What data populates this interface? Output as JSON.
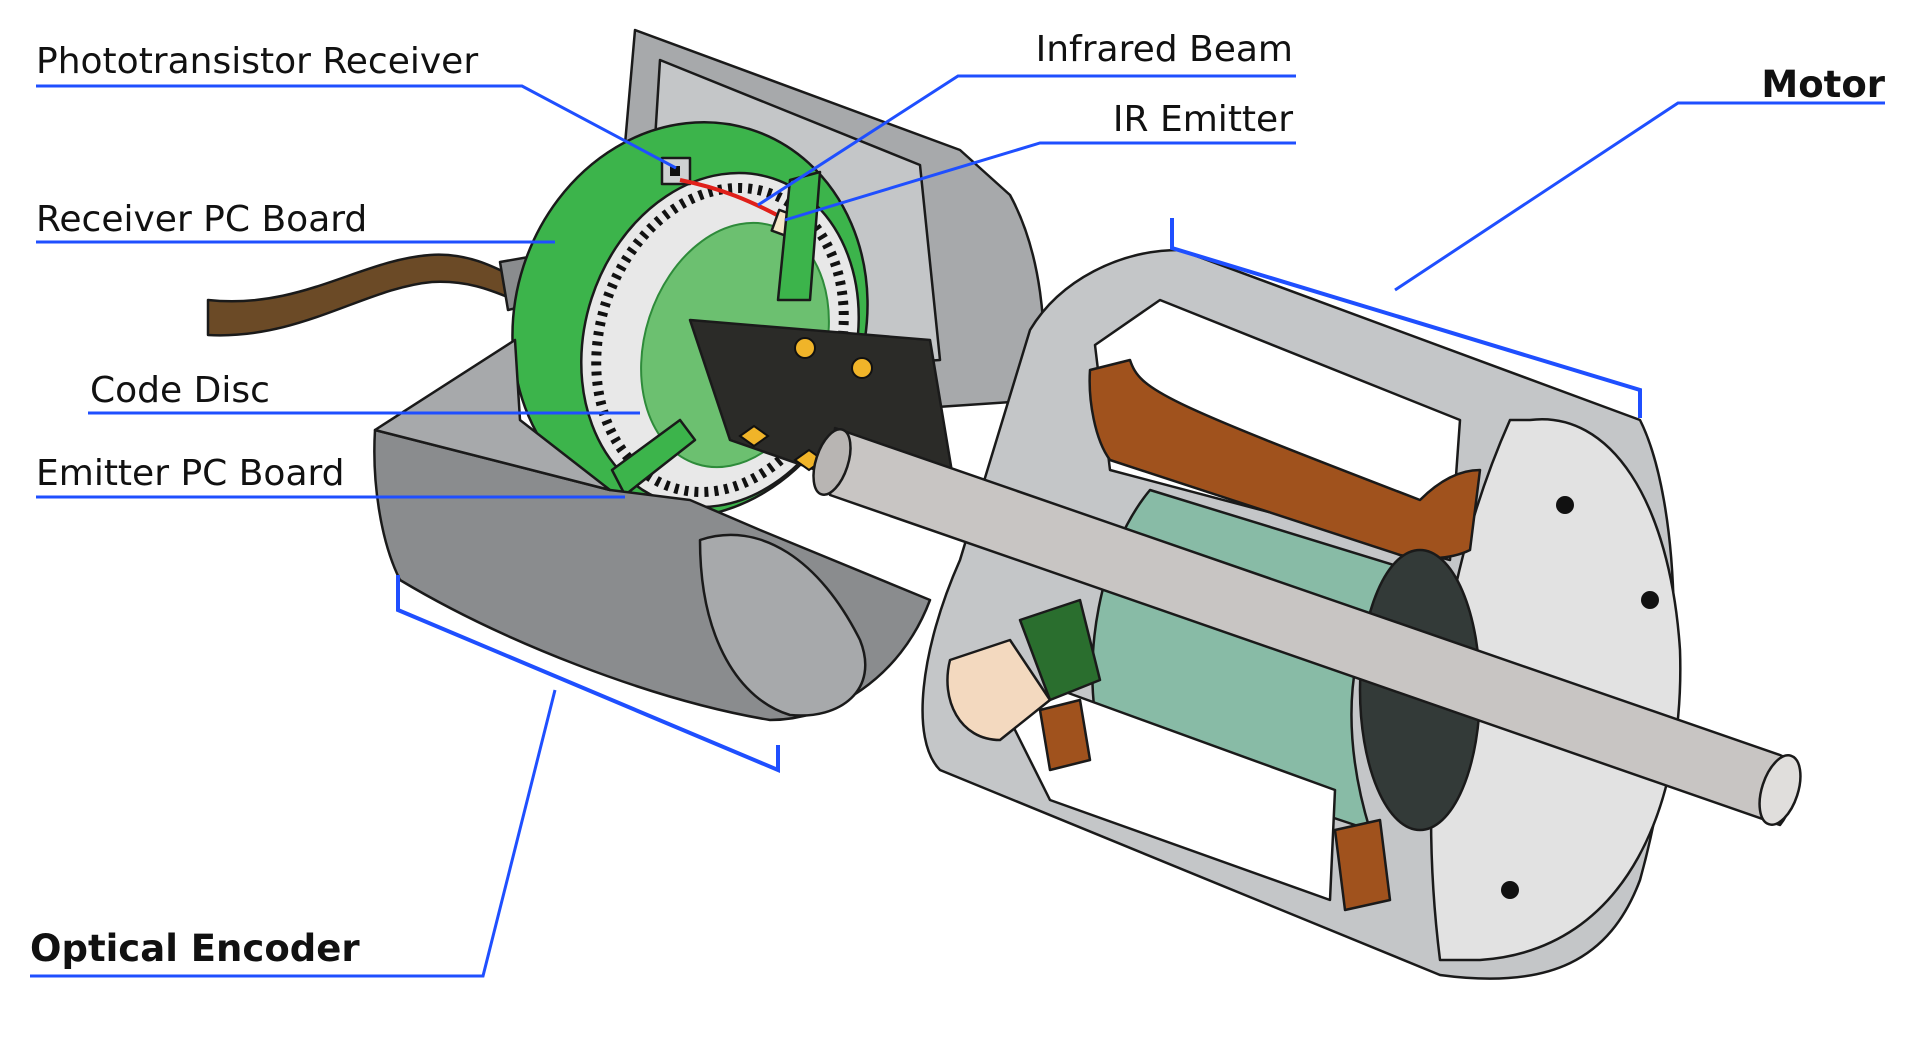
{
  "colors": {
    "leader_line": "#1f4fff",
    "board_green": "#3cb44b",
    "disc_green": "#6cc070",
    "housing_grey": "#a7a9ab",
    "housing_dark": "#8a8c8e",
    "shaft_grey": "#c8c5c3",
    "winding_copper": "#a0521d",
    "armature_teal": "#88bba6",
    "cable_brown": "#6b4a26",
    "beam_red": "#e0201a"
  },
  "labels": {
    "phototransistor_receiver": "Phototransistor Receiver",
    "receiver_pc_board": "Receiver PC Board",
    "code_disc": "Code Disc",
    "emitter_pc_board": "Emitter PC Board",
    "infrared_beam": "Infrared Beam",
    "ir_emitter": "IR Emitter",
    "motor": "Motor",
    "optical_encoder": "Optical Encoder"
  }
}
